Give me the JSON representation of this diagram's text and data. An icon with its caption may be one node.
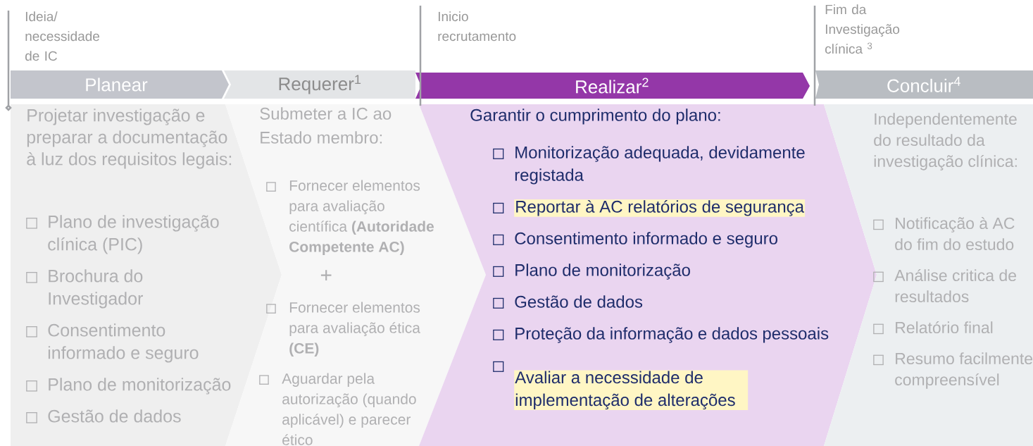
{
  "diagram": {
    "nodes": [
      {
        "text": [
          "Planear"
        ]
      },
      {
        "text": [
          "Requerer$^{1}$"
        ]
      },
      {
        "text": [
          "Realizar$^{2}$"
        ]
      },
      {
        "text": [
          "Concluir$^{4}$"
        ]
      },
      {
        "text": [
          "Projetar investigação e preparar a documentação à luz dos requisitos legais:",
          "Plano de investigação clínica (PIC)",
          "Brochura do Investigador",
          "Consentimento informado e seguro",
          "Plano de monitorização",
          "Gestão de dados"
        ]
      },
      {
        "text": [
          "Submeter a IC ao Estado membro:",
          "Fornecer elementos para avaliação científica **(Autoridade Competente AC)**",
          "+",
          "Fornecer elementos para avaliação ética **(CE)**",
          "Aguardar pela autorização (quando aplicável) e parecer ético"
        ]
      },
      {
        "text": [
          "Garantir o cumprimento do plano:",
          "Monitorização adequada, devidamente registada",
          "Reportar à AC relatórios de segurança",
          "Consentimento informado e seguro",
          "Plano de monitorização",
          "Gestão de dados",
          "Proteção da informação e dados pessoais",
          "Avaliar a necessidade de implementação de alterações"
        ]
      },
      {
        "text": [
          "Independentemente do resultado da investigação clínica:",
          "Notificação à AC do fim do estudo",
          "Análise critica de resultados",
          "Relatório final",
          "Resumo facilmente compreensível"
        ]
      }
    ],
    "labels": [
      "Ideia/ necessidade de IC",
      "Inicio recrutamento",
      "Fim da Investigação clínica $^{3}$"
    ]
  }
}
